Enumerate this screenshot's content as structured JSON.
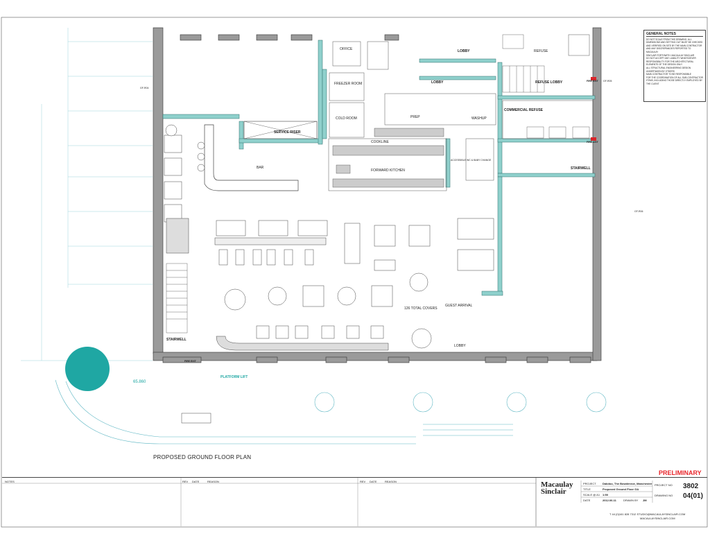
{
  "plan_title": "PROPOSED GROUND FLOOR PLAN",
  "stamp": "PRELIMINARY",
  "general_notes": {
    "heading": "GENERAL NOTES",
    "lines": [
      "DO NOT SCALE FROM THIS DRAWING. ALL",
      "DIMENSIONS AND SETTING OUT MUST BE CHECKED",
      "AND VERIFIED ON SITE BY THE MAIN CONTRACTOR",
      "AND ANY DISCREPANCIES REPORTED TO MACAULAY",
      "SINCLAIR FORTHWITH. MACAULAY SINCLAIR",
      "DO NOT ACCEPT ANY LIABILITY WHATSOEVER",
      "RESPONSIBILITY FOR THE ARCHITECTURAL",
      "ELEMENTS OF THE DESIGN ONLY",
      "ALL STRUCTURAL ENGINEERING DESIGN",
      "UNDERTAKEN BY OTHERS",
      "MAIN CONTRACTOR TO BE RESPONSIBLE",
      "FOR THE COORDINATION OF ALL SUB-CONTRACTOR",
      "ITEMS, INCLUDING THOSE DIRECTLY EMPLOYED BY",
      "THE CLIENT"
    ]
  },
  "rooms": {
    "office": "OFFICE",
    "freezer": "FREEZER ROOM",
    "cold": "COLD ROOM",
    "prep": "PREP",
    "washup": "WASHUP",
    "cookline": "COOKLINE",
    "forward_kitchen": "FORWARD KITCHEN",
    "bar": "BAR",
    "service_riser": "SERVICE RISER",
    "lobby_top": "LOBBY",
    "lobby_mid": "LOBBY",
    "refuse_lobby": "REFUSE LOBBY",
    "refuse": "REFUSE",
    "commercial_refuse": "COMMERCIAL REFUSE",
    "accessible_wc": "ACCESSIBLE WC & BABY CHANGE",
    "stairwell_right": "STAIRWELL",
    "stairwell_left": "STAIRWELL",
    "guest_arrival": "GUEST ARRIVAL",
    "lobby_bottom": "LOBBY",
    "total_covers": "126 TOTAL COVERS",
    "fire_exit_1": "FIRE EXIT",
    "fire_exit_2": "FIRE EXIT",
    "fire_exit_3": "FIRE EXIT",
    "platform_lift": "PLATFORM LIFT",
    "level_tag": "65.860",
    "gf_tags": [
      "GF-R04",
      "GF-R05",
      "GF-R06"
    ]
  },
  "title_block": {
    "notes_label": "NOTES",
    "rev_headers": [
      "REV",
      "DATE",
      "REASON"
    ],
    "brand_line1": "Macaulay",
    "brand_line2": "Sinclair",
    "project_label": "PROJECT",
    "project_value": "Dakdoo, The Bowdenroe, Manchester",
    "title_label": "TITLE",
    "title_value": "Proposed Ground Floor GA",
    "scale_label": "SCALE @ A1",
    "scale_value": "1:50",
    "date_label": "DATE",
    "date_value": "2012.06.11",
    "drawn_label": "DRAWN BY",
    "drawn_value": "JM",
    "project_no_label": "PROJECT NO",
    "project_no": "3802",
    "drawing_no_label": "DRAWING NO",
    "drawing_no": "04(01)",
    "contact": "T 44 (0)161 828 7312  STUDIO@MACAULAYSINCLAIR.COM",
    "website": "MACAULAYSINCLAIR.COM"
  },
  "colors": {
    "wall": "#8fd0cc",
    "wall_dark": "#3a3a3a",
    "tree": "#1fa7a3",
    "stamp": "#e8262b",
    "line": "#777777"
  }
}
